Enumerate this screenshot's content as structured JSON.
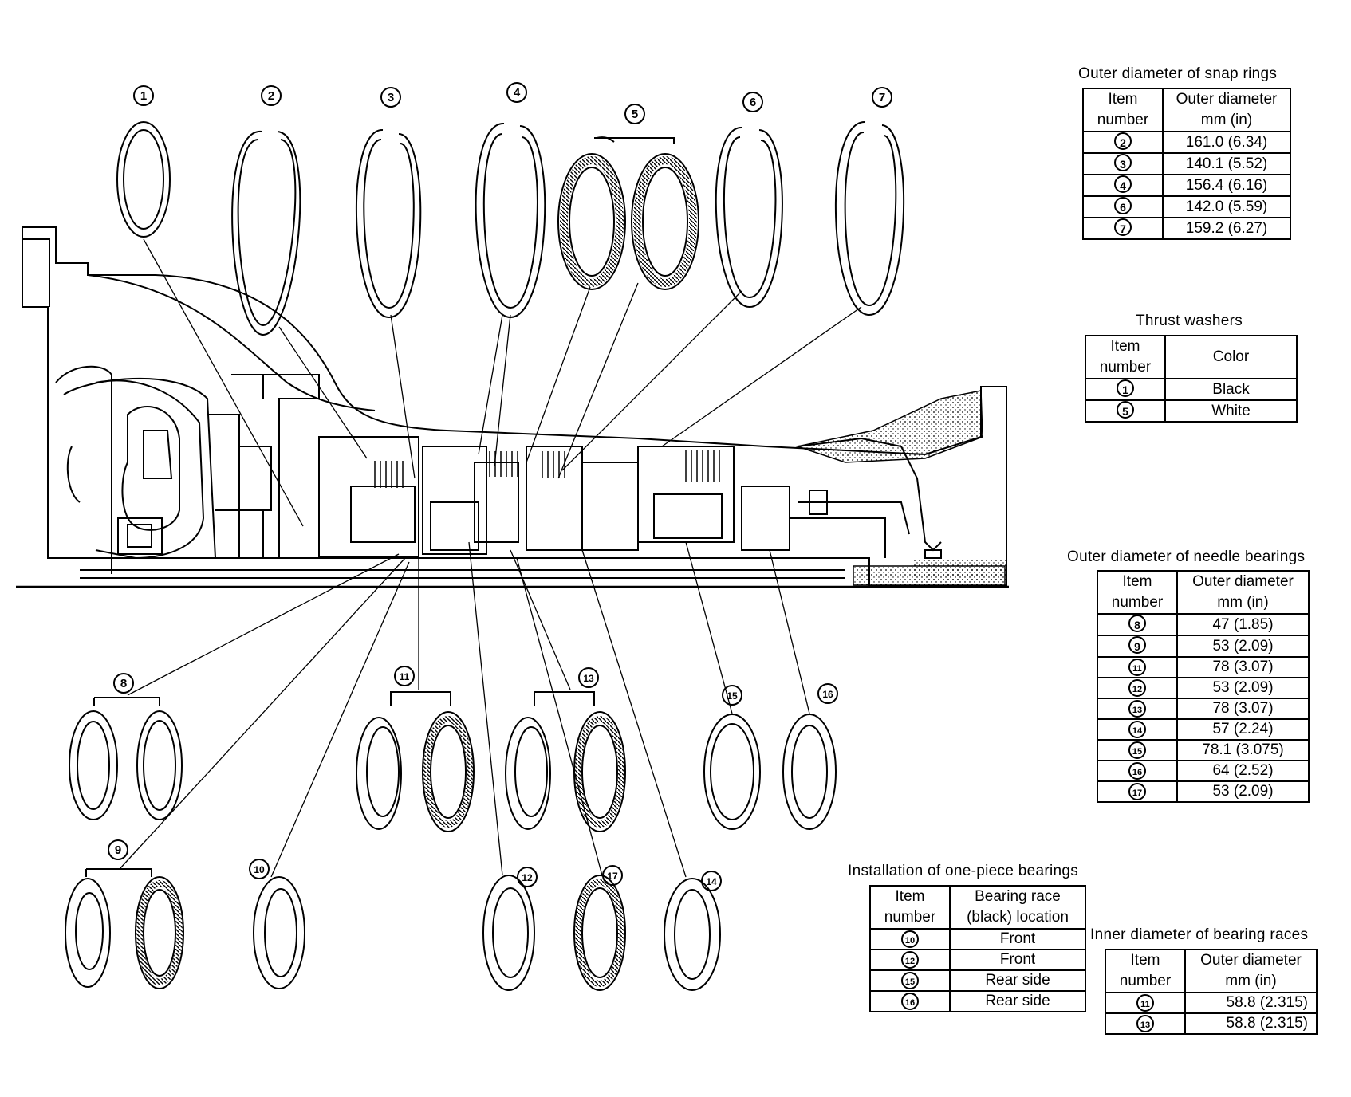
{
  "callouts": [
    "1",
    "2",
    "3",
    "4",
    "5",
    "6",
    "7",
    "8",
    "9",
    "10",
    "11",
    "12",
    "13",
    "14",
    "15",
    "16",
    "17"
  ],
  "snap_rings": {
    "title": "Outer diameter of snap rings",
    "headers": [
      "Item\nnumber",
      "Outer diameter\nmm (in)"
    ],
    "rows": [
      {
        "item": "2",
        "value": "161.0 (6.34)"
      },
      {
        "item": "3",
        "value": "140.1 (5.52)"
      },
      {
        "item": "4",
        "value": "156.4 (6.16)"
      },
      {
        "item": "6",
        "value": "142.0 (5.59)"
      },
      {
        "item": "7",
        "value": "159.2 (6.27)"
      }
    ]
  },
  "thrust_washers": {
    "title": "Thrust washers",
    "headers": [
      "Item\nnumber",
      "Color"
    ],
    "rows": [
      {
        "item": "1",
        "value": "Black"
      },
      {
        "item": "5",
        "value": "White"
      }
    ]
  },
  "needle_bearings": {
    "title": "Outer diameter of needle bearings",
    "headers": [
      "Item\nnumber",
      "Outer diameter\nmm (in)"
    ],
    "rows": [
      {
        "item": "8",
        "value": "47 (1.85)"
      },
      {
        "item": "9",
        "value": "53 (2.09)"
      },
      {
        "item": "11",
        "value": "78 (3.07)"
      },
      {
        "item": "12",
        "value": "53 (2.09)"
      },
      {
        "item": "13",
        "value": "78 (3.07)"
      },
      {
        "item": "14",
        "value": "57 (2.24)"
      },
      {
        "item": "15",
        "value": "78.1 (3.075)"
      },
      {
        "item": "16",
        "value": "64 (2.52)"
      },
      {
        "item": "17",
        "value": "53 (2.09)"
      }
    ]
  },
  "one_piece": {
    "title": "Installation of one-piece bearings",
    "headers": [
      "Item\nnumber",
      "Bearing race\n(black) location"
    ],
    "rows": [
      {
        "item": "10",
        "value": "Front"
      },
      {
        "item": "12",
        "value": "Front"
      },
      {
        "item": "15",
        "value": "Rear side"
      },
      {
        "item": "16",
        "value": "Rear side"
      }
    ]
  },
  "bearing_races": {
    "title": "Inner diameter of bearing races",
    "headers": [
      "Item\nnumber",
      "Outer diameter\nmm (in)"
    ],
    "rows": [
      {
        "item": "11",
        "value": "58.8 (2.315)"
      },
      {
        "item": "13",
        "value": "58.8 (2.315)"
      }
    ]
  }
}
